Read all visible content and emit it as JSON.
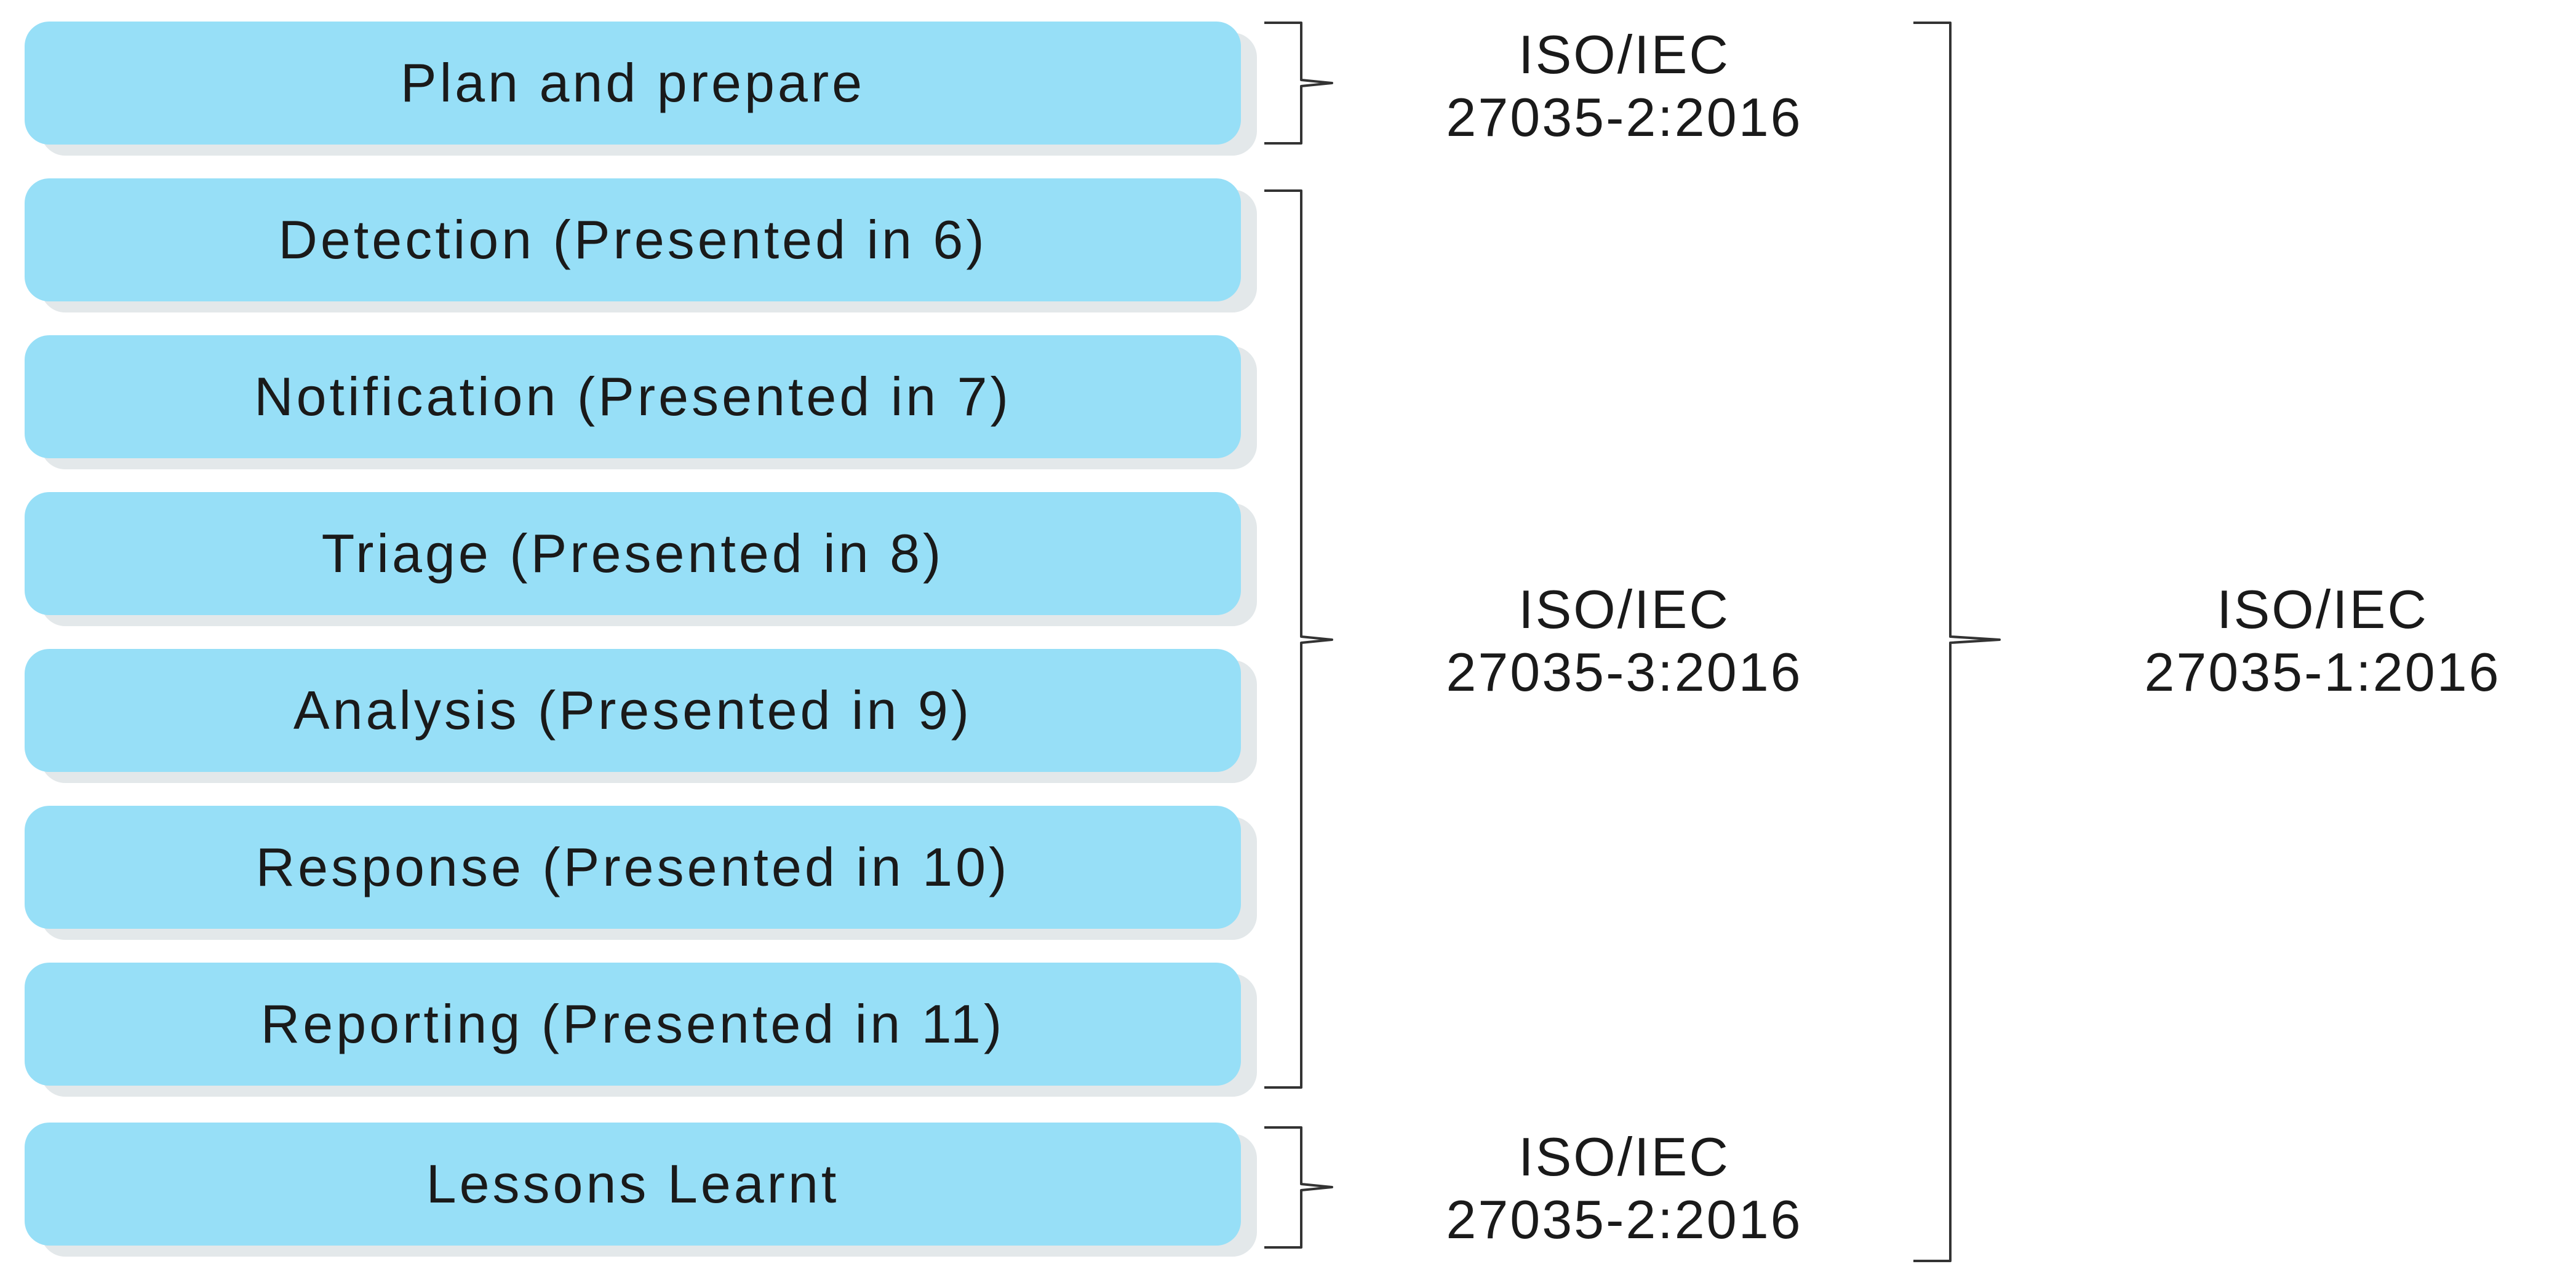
{
  "phases": [
    "Plan and prepare",
    "Detection (Presented in 6)",
    "Notification (Presented in 7)",
    "Triage (Presented in 8)",
    "Analysis (Presented in 9)",
    "Response (Presented in 10)",
    "Reporting (Presented in 11)",
    "Lessons Learnt"
  ],
  "standards": {
    "top": {
      "line1": "ISO/IEC",
      "line2": "27035-2:2016"
    },
    "middle": {
      "line1": "ISO/IEC",
      "line2": "27035-3:2016"
    },
    "bottom": {
      "line1": "ISO/IEC",
      "line2": "27035-2:2016"
    },
    "overall": {
      "line1": "ISO/IEC",
      "line2": "27035-1:2016"
    }
  },
  "colors": {
    "box_fill": "#97dff7",
    "box_shadow": "#e3e8ea",
    "text": "#1a1a1a",
    "bracket": "#333333"
  }
}
